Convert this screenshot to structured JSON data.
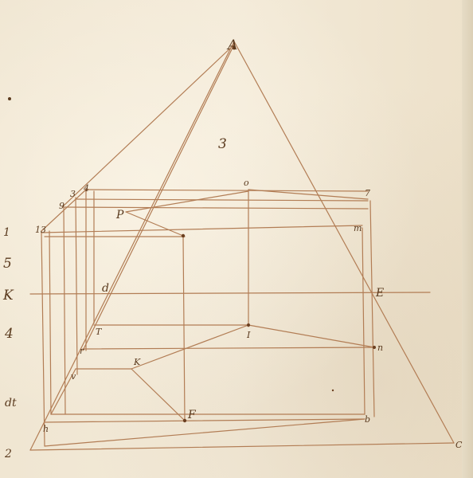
{
  "diagram": {
    "ink_color": "#7a4a26",
    "line_color": "#b27d55",
    "paper_color": "#f0e6d2",
    "labels": {
      "apex": "A",
      "figure_number": "3",
      "d": "d",
      "e": "E",
      "k": "K",
      "c": "C",
      "o": "o",
      "p": "P",
      "t": "T",
      "i": "I",
      "n": "n",
      "r": "r",
      "v": "v",
      "kk": "K",
      "f": "F",
      "b": "b",
      "h": "h",
      "top_4": "4",
      "top_3": "3",
      "top_9": "9",
      "top_13": "13",
      "top_7": "7",
      "top_m": "m",
      "left_1": "1",
      "left_5": "5",
      "left_4": "4",
      "left_dt": "dt",
      "left_2": "2"
    }
  }
}
